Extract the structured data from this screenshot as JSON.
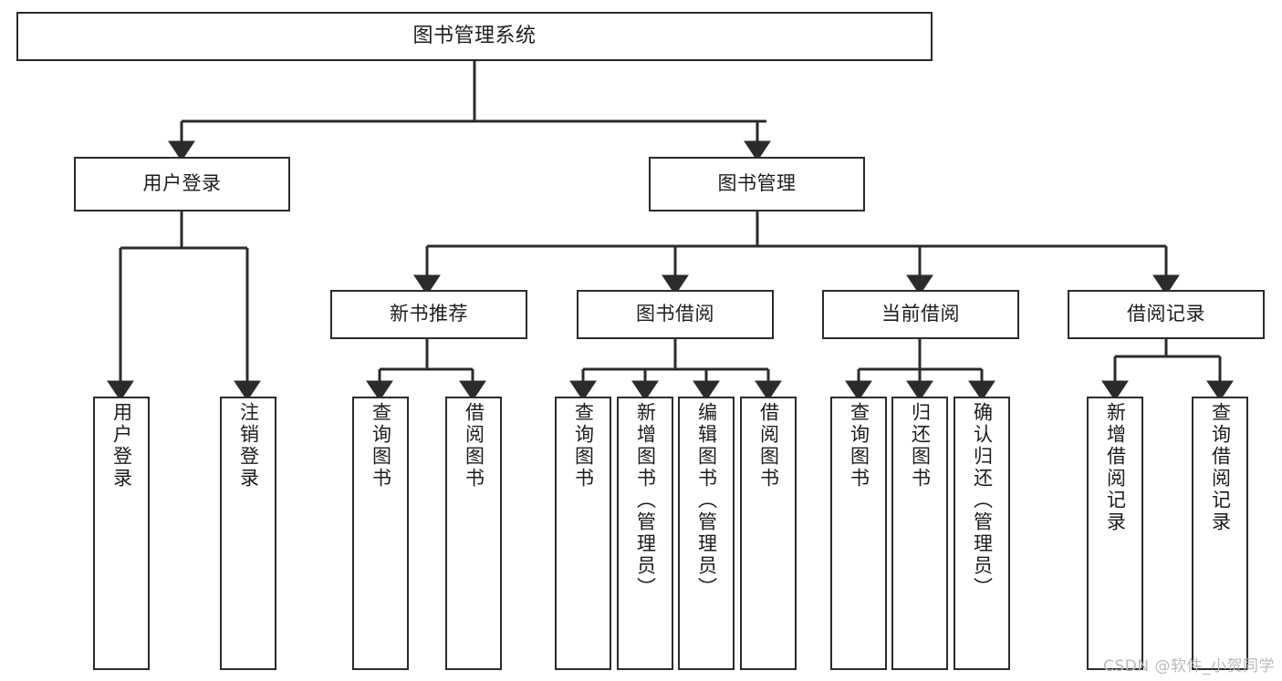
{
  "diagram": {
    "title": "图书管理系统",
    "type": "tree-hierarchy-chart",
    "colors": {
      "background": "#ffffff",
      "node_fill": "#ffffff",
      "node_border": "#2b2b2b",
      "edge": "#2b2b2b",
      "text": "#1c1c1c",
      "watermark": "#b9b9b9"
    }
  },
  "root": {
    "label": "图书管理系统"
  },
  "level2": {
    "user_login": {
      "label": "用户登录"
    },
    "book_management": {
      "label": "图书管理"
    }
  },
  "level3": {
    "new_book_recommend": {
      "label": "新书推荐"
    },
    "book_borrow": {
      "label": "图书借阅"
    },
    "current_borrow": {
      "label": "当前借阅"
    },
    "borrow_record": {
      "label": "借阅记录"
    }
  },
  "leaves": {
    "user_login": [
      {
        "label": "用户登录"
      },
      {
        "label": "注销登录"
      }
    ],
    "new_book_recommend": [
      {
        "label": "查询图书"
      },
      {
        "label": "借阅图书"
      }
    ],
    "book_borrow": [
      {
        "label": "查询图书"
      },
      {
        "label": "新增图书（管理员）"
      },
      {
        "label": "编辑图书（管理员）"
      },
      {
        "label": "借阅图书"
      }
    ],
    "current_borrow": [
      {
        "label": "查询图书"
      },
      {
        "label": "归还图书"
      },
      {
        "label": "确认归还（管理员）"
      }
    ],
    "borrow_record": [
      {
        "label": "新增借阅记录"
      },
      {
        "label": "查询借阅记录"
      }
    ]
  },
  "watermark": {
    "text": "CSDN @软件_小贺同学"
  },
  "chart_data": {
    "type": "table",
    "title": "图书管理系统 功能结构图",
    "nodes": [
      {
        "id": "root",
        "label": "图书管理系统",
        "level": 0,
        "parent": null
      },
      {
        "id": "user_login",
        "label": "用户登录",
        "level": 1,
        "parent": "root"
      },
      {
        "id": "book_management",
        "label": "图书管理",
        "level": 1,
        "parent": "root"
      },
      {
        "id": "login_do",
        "label": "用户登录",
        "level": 2,
        "parent": "user_login"
      },
      {
        "id": "logout_do",
        "label": "注销登录",
        "level": 2,
        "parent": "user_login"
      },
      {
        "id": "new_book_recommend",
        "label": "新书推荐",
        "level": 2,
        "parent": "book_management"
      },
      {
        "id": "book_borrow",
        "label": "图书借阅",
        "level": 2,
        "parent": "book_management"
      },
      {
        "id": "current_borrow",
        "label": "当前借阅",
        "level": 2,
        "parent": "book_management"
      },
      {
        "id": "borrow_record",
        "label": "借阅记录",
        "level": 2,
        "parent": "book_management"
      },
      {
        "id": "nbr_query",
        "label": "查询图书",
        "level": 3,
        "parent": "new_book_recommend"
      },
      {
        "id": "nbr_borrow",
        "label": "借阅图书",
        "level": 3,
        "parent": "new_book_recommend"
      },
      {
        "id": "bb_query",
        "label": "查询图书",
        "level": 3,
        "parent": "book_borrow"
      },
      {
        "id": "bb_add",
        "label": "新增图书（管理员）",
        "level": 3,
        "parent": "book_borrow"
      },
      {
        "id": "bb_edit",
        "label": "编辑图书（管理员）",
        "level": 3,
        "parent": "book_borrow"
      },
      {
        "id": "bb_borrow",
        "label": "借阅图书",
        "level": 3,
        "parent": "book_borrow"
      },
      {
        "id": "cb_query",
        "label": "查询图书",
        "level": 3,
        "parent": "current_borrow"
      },
      {
        "id": "cb_return",
        "label": "归还图书",
        "level": 3,
        "parent": "current_borrow"
      },
      {
        "id": "cb_confirm",
        "label": "确认归还（管理员）",
        "level": 3,
        "parent": "current_borrow"
      },
      {
        "id": "br_add",
        "label": "新增借阅记录",
        "level": 3,
        "parent": "borrow_record"
      },
      {
        "id": "br_query",
        "label": "查询借阅记录",
        "level": 3,
        "parent": "borrow_record"
      }
    ]
  }
}
